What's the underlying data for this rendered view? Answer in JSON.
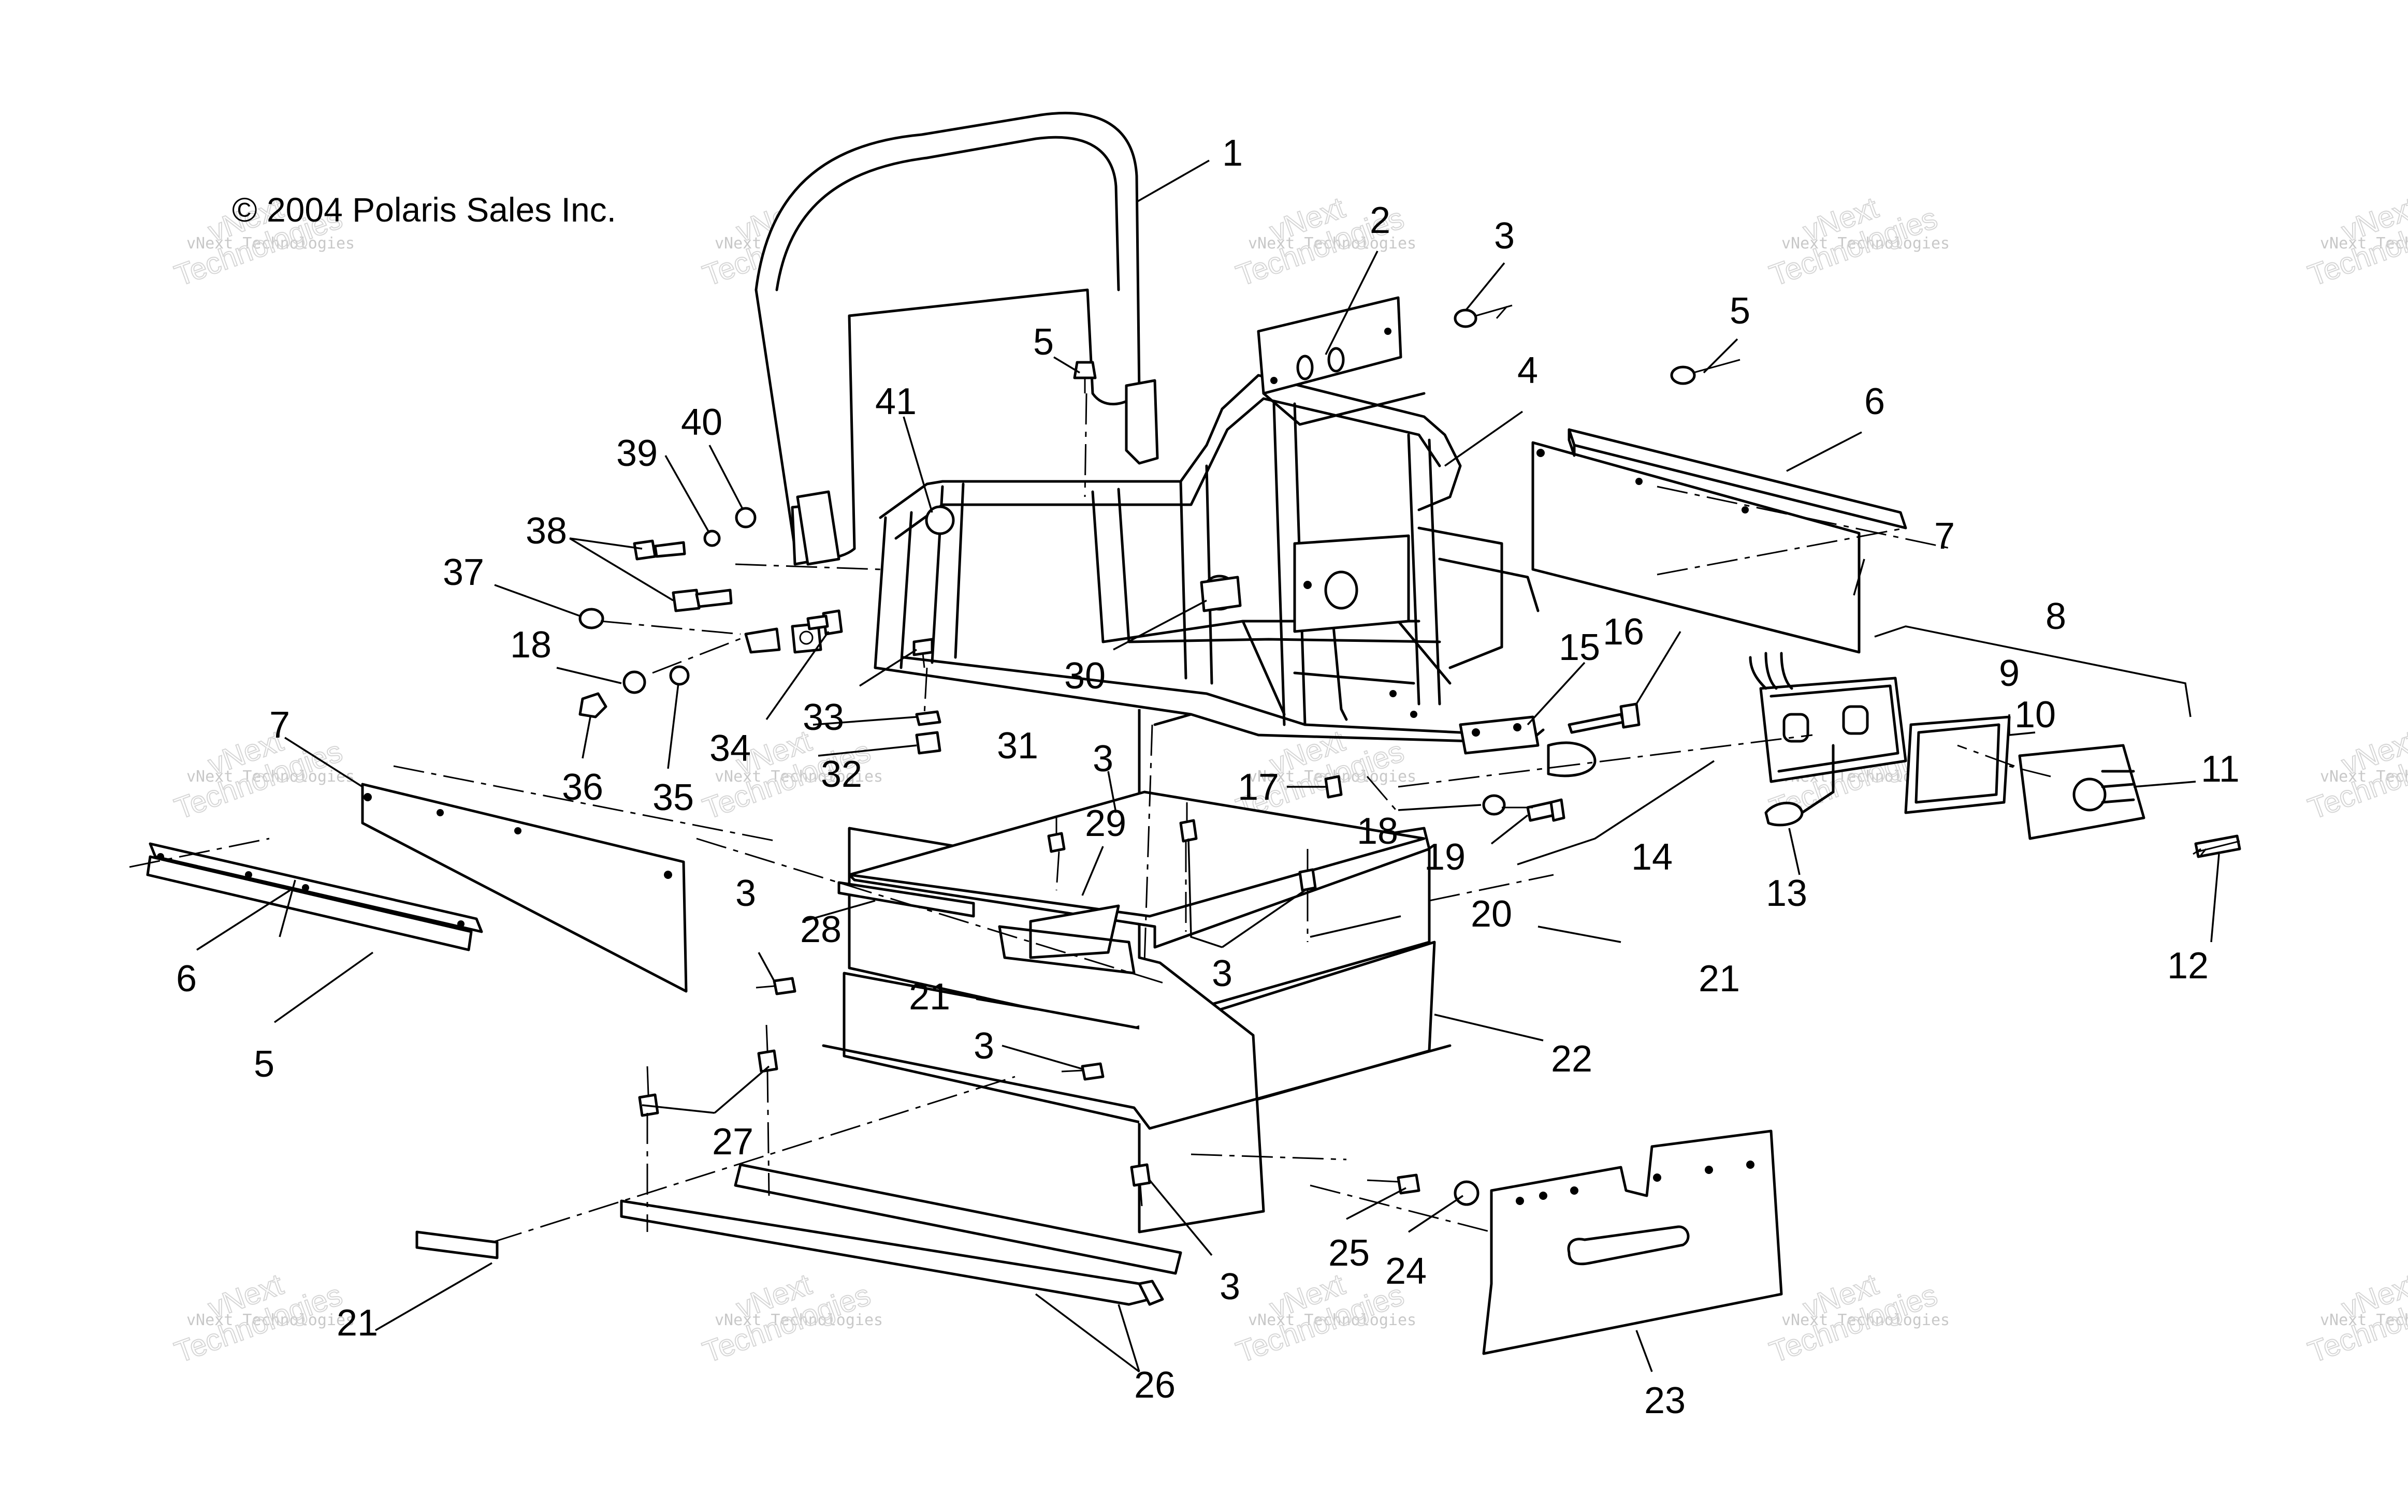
{
  "copyright": "© 2004 Polaris Sales Inc.",
  "watermark": {
    "line1": "vNext Technologies",
    "line2": "vNext\nTechnologies"
  },
  "callouts": [
    "1",
    "2",
    "3",
    "3",
    "3",
    "3",
    "3",
    "3",
    "3",
    "4",
    "5",
    "5",
    "5",
    "6",
    "6",
    "7",
    "7",
    "8",
    "9",
    "10",
    "11",
    "12",
    "13",
    "14",
    "15",
    "16",
    "17",
    "18",
    "18",
    "19",
    "20",
    "21",
    "21",
    "21",
    "22",
    "23",
    "24",
    "25",
    "26",
    "27",
    "28",
    "29",
    "30",
    "31",
    "32",
    "33",
    "34",
    "35",
    "36",
    "37",
    "38",
    "39",
    "40",
    "41"
  ]
}
